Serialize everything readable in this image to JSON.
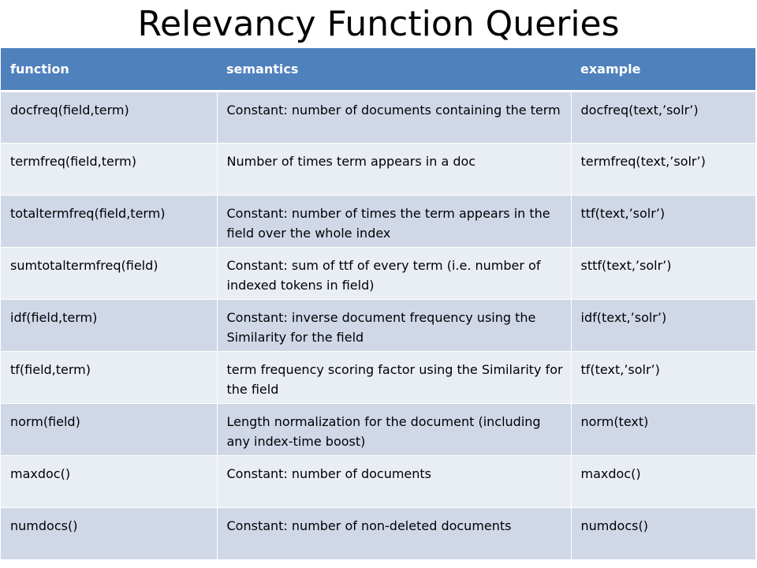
{
  "title": "Relevancy Function Queries",
  "table": {
    "headers": [
      "function",
      "semantics",
      "example"
    ],
    "rows": [
      [
        "docfreq(field,term)",
        "Constant: number of documents containing the term",
        "docfreq(text,’solr’)"
      ],
      [
        "termfreq(field,term)",
        "Number of times term appears in a doc",
        "termfreq(text,’solr’)"
      ],
      [
        "totaltermfreq(field,term)",
        "Constant: number of times the term appears in the field over the whole index",
        "ttf(text,’solr’)"
      ],
      [
        "sumtotaltermfreq(field)",
        "Constant: sum of ttf of every term (i.e. number of indexed tokens in field)",
        "sttf(text,’solr’)"
      ],
      [
        "idf(field,term)",
        "Constant: inverse document frequency using the Similarity for the field",
        "idf(text,’solr’)"
      ],
      [
        "tf(field,term)",
        " term frequency scoring factor using the Similarity for the field",
        "tf(text,’solr’)"
      ],
      [
        "norm(field)",
        "Length normalization for the document (including any index-time boost)",
        "norm(text)"
      ],
      [
        "maxdoc()",
        "Constant: number of documents",
        "maxdoc()"
      ],
      [
        "numdocs()",
        "Constant: number of non-deleted documents",
        "numdocs()"
      ]
    ]
  },
  "colors": {
    "header_bg": "#4f81bd",
    "row_odd": "#d0d8e8",
    "row_even": "#e9edf4"
  }
}
